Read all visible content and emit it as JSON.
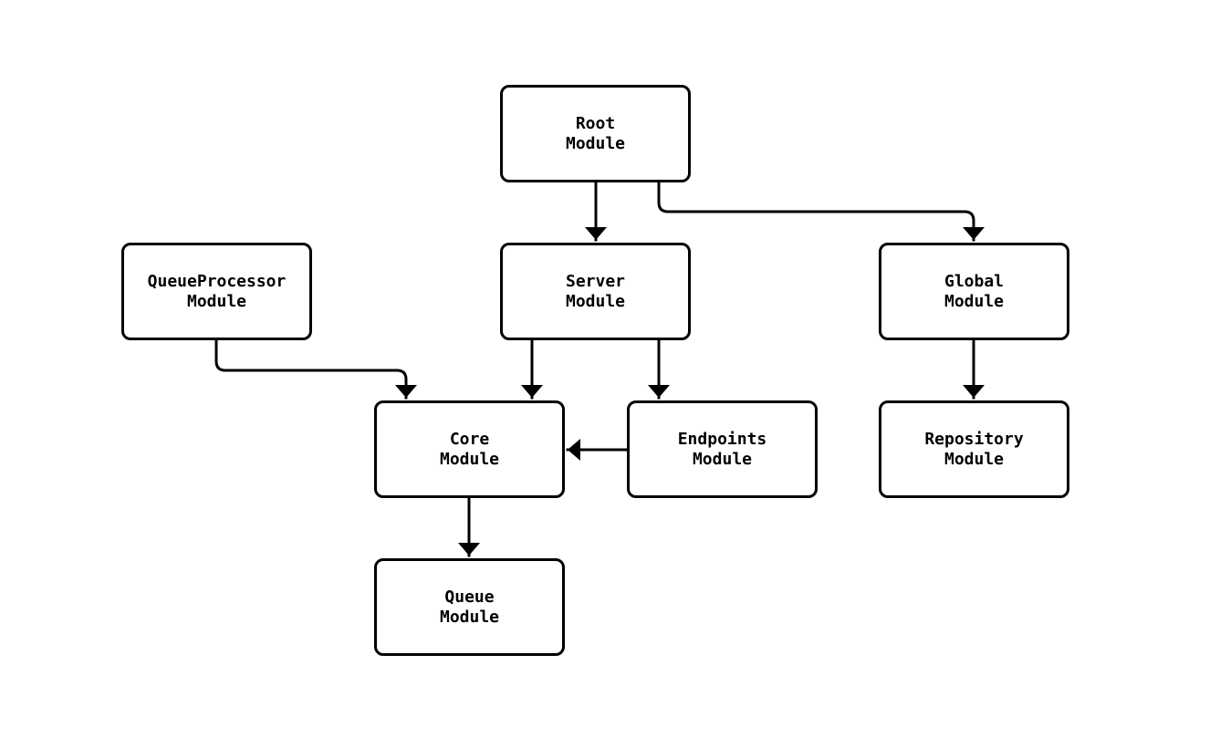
{
  "diagram": {
    "type": "flowchart",
    "background_color": "#ffffff",
    "node_fill_color": "#ffffff",
    "node_border_color": "#000000",
    "edge_color": "#000000",
    "nodes": [
      {
        "id": "root",
        "label": "Root\nModule"
      },
      {
        "id": "queueprocessor",
        "label": "QueueProcessor\nModule"
      },
      {
        "id": "server",
        "label": "Server\nModule"
      },
      {
        "id": "global",
        "label": "Global\nModule"
      },
      {
        "id": "core",
        "label": "Core\nModule"
      },
      {
        "id": "endpoints",
        "label": "Endpoints\nModule"
      },
      {
        "id": "repository",
        "label": "Repository\nModule"
      },
      {
        "id": "queue",
        "label": "Queue\nModule"
      }
    ],
    "edges": [
      {
        "from": "root",
        "to": "server"
      },
      {
        "from": "root",
        "to": "global"
      },
      {
        "from": "queueprocessor",
        "to": "core"
      },
      {
        "from": "server",
        "to": "core"
      },
      {
        "from": "server",
        "to": "endpoints"
      },
      {
        "from": "endpoints",
        "to": "core"
      },
      {
        "from": "global",
        "to": "repository"
      },
      {
        "from": "core",
        "to": "queue"
      }
    ]
  }
}
